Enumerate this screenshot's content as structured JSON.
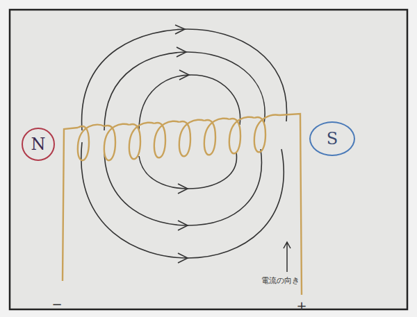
{
  "diagram": {
    "nodes": [
      {
        "text": [
          "N"
        ]
      },
      {
        "text": [
          "S"
        ]
      }
    ],
    "labels": [
      "−",
      "+",
      "電流の向き"
    ]
  }
}
